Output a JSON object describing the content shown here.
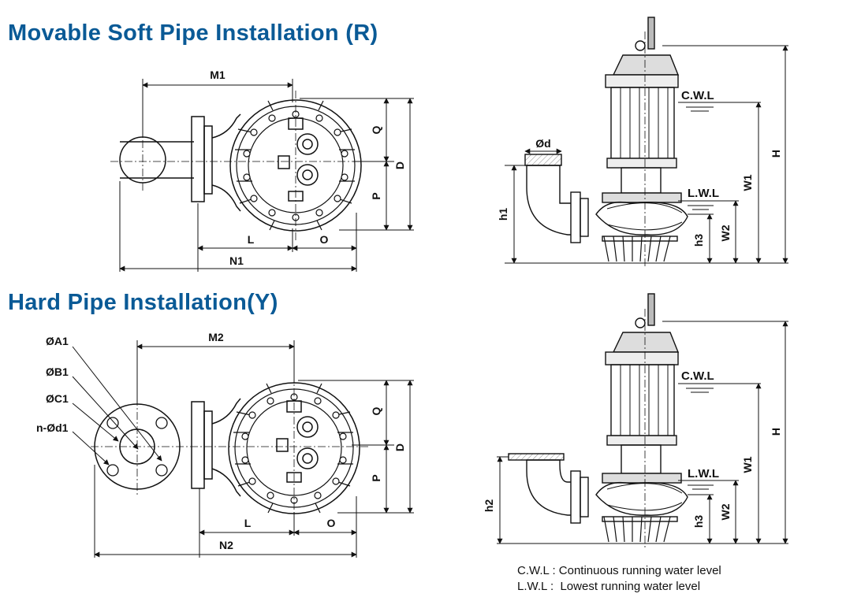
{
  "titles": {
    "movable": "Movable Soft Pipe Installation (R)",
    "hard": "Hard Pipe Installation(Y)"
  },
  "plan_labels": {
    "M1": "M1",
    "M2": "M2",
    "Q": "Q",
    "D": "D",
    "P": "P",
    "L": "L",
    "O": "O",
    "N1": "N1",
    "N2": "N2",
    "A1": "ØA1",
    "B1": "ØB1",
    "C1": "ØC1",
    "d1": "n-Ød1"
  },
  "elevation_labels": {
    "cwl": "C.W.L",
    "lwl": "L.W.L",
    "d": "Ød",
    "H": "H",
    "W1": "W1",
    "W2": "W2",
    "h1": "h1",
    "h2": "h2",
    "h3": "h3"
  },
  "legend": {
    "cwl": "C.W.L : Continuous running water level",
    "lwl": "L.W.L :  Lowest running water level"
  },
  "colors": {
    "title": "#0a5a96",
    "line": "#111111"
  }
}
